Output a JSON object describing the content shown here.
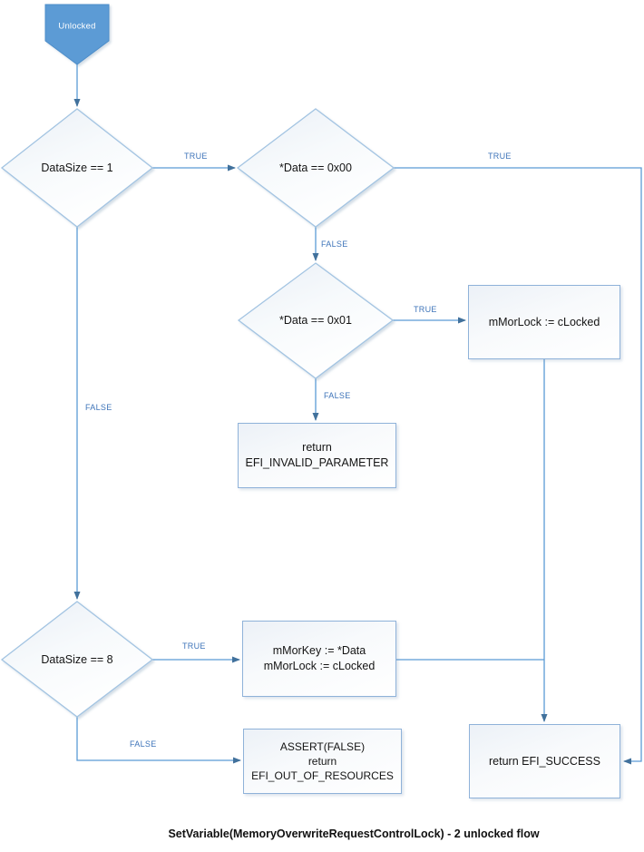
{
  "title": "SetVariable(MemoryOverwriteRequestControlLock) - 2 unlocked flow",
  "colors": {
    "connector": "#5b9bd5",
    "arrowhead": "#41719c",
    "shape_border": "#8fb2d9",
    "diamond_border": "#a3c4e2",
    "start_fill": "#5b9bd5",
    "edge_label": "#3e74b9",
    "node_text": "#141414"
  },
  "start": {
    "label": "Unlocked"
  },
  "decisions": {
    "datasize1": {
      "label": "DataSize == 1"
    },
    "data00": {
      "label": "*Data == 0x00"
    },
    "data01": {
      "label": "*Data == 0x01"
    },
    "datasize8": {
      "label": "DataSize == 8"
    }
  },
  "processes": {
    "mmorlock": {
      "line1": "mMorLock := cLocked"
    },
    "invalid": {
      "line1": "return",
      "line2": "EFI_INVALID_PARAMETER"
    },
    "mmorkey": {
      "line1": "mMorKey := *Data",
      "line2": "mMorLock := cLocked"
    },
    "assert": {
      "line1": "ASSERT(FALSE)",
      "line2": "return",
      "line3": "EFI_OUT_OF_RESOURCES"
    },
    "success": {
      "line1": "return EFI_SUCCESS"
    }
  },
  "edge_labels": {
    "ds1_true": "TRUE",
    "ds1_false": "FALSE",
    "d00_true_right": "TRUE",
    "d00_true_far": "TRUE",
    "d00_false": "FALSE",
    "d01_true": "TRUE",
    "d01_false": "FALSE",
    "ds8_true": "TRUE",
    "ds8_false": "FALSE"
  }
}
